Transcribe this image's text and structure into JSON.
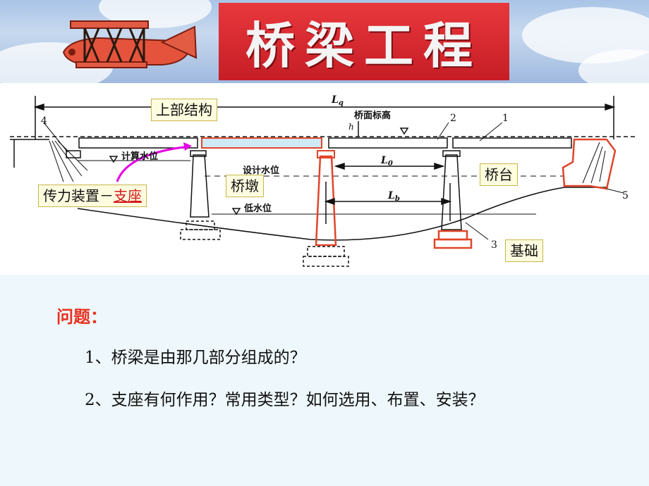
{
  "banner": {
    "title": "桥梁工程"
  },
  "diagram": {
    "labels": {
      "superstructure": "上部结构",
      "pier": "桥墩",
      "abutment": "桥台",
      "foundation": "基础",
      "bearing_prefix": "传力装置－",
      "bearing_highlight": "支座"
    },
    "annotations": {
      "lq": "L",
      "lq_sub": "q",
      "l0": "L",
      "l0_sub": "0",
      "lb": "L",
      "lb_sub": "b",
      "h": "h",
      "deck_elevation": "桥面标高",
      "design_water": "计算水位",
      "high_water": "设计水位",
      "low_water": "低水位",
      "n1": "1",
      "n2": "2",
      "n3": "3",
      "n4": "4",
      "n5": "5"
    }
  },
  "questions": {
    "heading": "问题：",
    "items": [
      "1、桥梁是由那几部分组成的？",
      "2、支座有何作用？常用类型？如何选用、布置、安装？"
    ]
  },
  "colors": {
    "title_red": "#d0232a",
    "highlight_red": "#e0452a",
    "arrow_magenta": "#e600e6",
    "question_red": "#e8301e"
  }
}
